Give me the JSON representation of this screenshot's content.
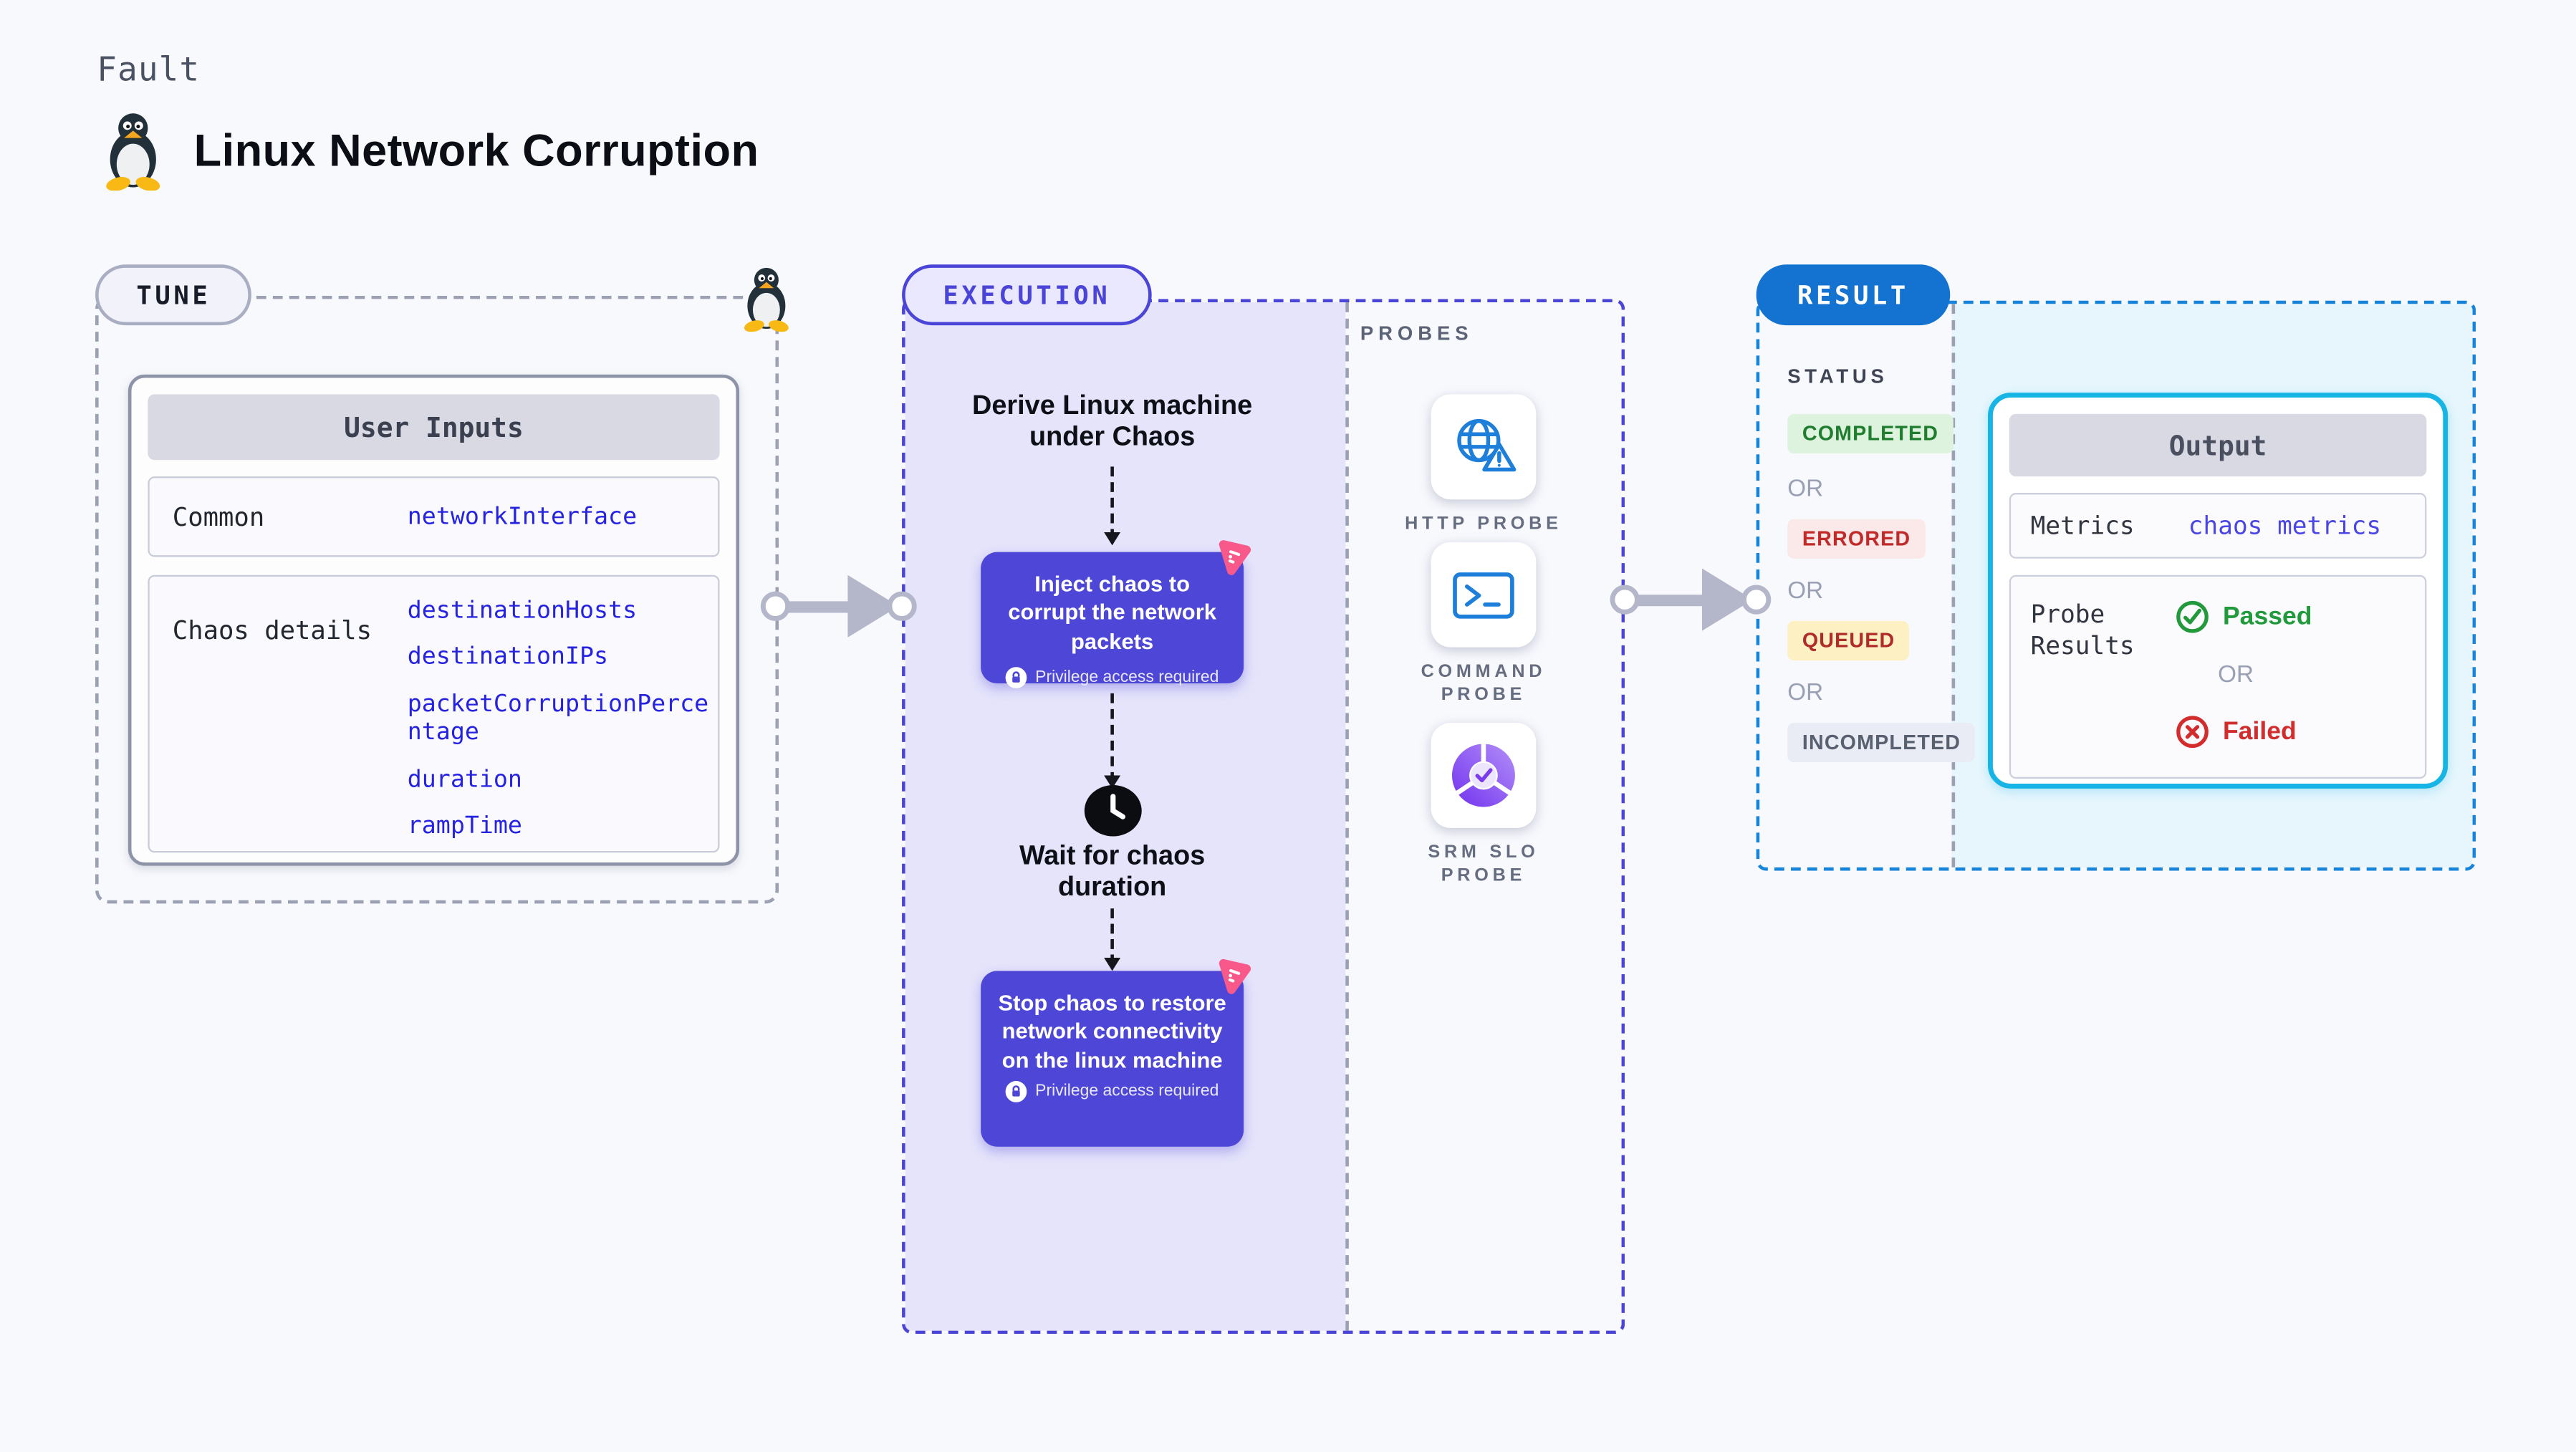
{
  "page": {
    "eyebrow": "Fault",
    "title": "Linux Network Corruption"
  },
  "tune": {
    "badge": "TUNE",
    "card_title": "User Inputs",
    "rows": [
      {
        "label": "Common",
        "values": [
          "networkInterface"
        ]
      },
      {
        "label": "Chaos details",
        "values": [
          "destinationHosts",
          "destinationIPs",
          "packetCorruptionPercentage",
          "duration",
          "rampTime"
        ]
      }
    ]
  },
  "execution": {
    "badge": "EXECUTION",
    "steps": {
      "derive": "Derive Linux machine under Chaos",
      "inject": "Inject chaos to corrupt the network packets",
      "wait": "Wait for chaos duration",
      "stop": "Stop chaos to restore network connectivity on the linux machine",
      "privilege_note": "Privilege access required"
    },
    "probes": {
      "header": "PROBES",
      "items": [
        {
          "label": "HTTP PROBE",
          "icon": "globe-warning-icon"
        },
        {
          "label": "COMMAND PROBE",
          "icon": "terminal-icon"
        },
        {
          "label": "SRM SLO PROBE",
          "icon": "slo-donut-icon"
        }
      ]
    }
  },
  "result": {
    "badge": "RESULT",
    "status": {
      "header": "STATUS",
      "or": "OR",
      "items": [
        {
          "label": "COMPLETED",
          "type": "completed"
        },
        {
          "label": "ERRORED",
          "type": "errored"
        },
        {
          "label": "QUEUED",
          "type": "queued"
        },
        {
          "label": "INCOMPLETED",
          "type": "incompleted"
        }
      ]
    },
    "output": {
      "title": "Output",
      "metrics_label": "Metrics",
      "metrics_value": "chaos metrics",
      "probe_label": "Probe Results",
      "passed": "Passed",
      "or": "OR",
      "failed": "Failed"
    }
  },
  "colors": {
    "background": "#f8f9fd",
    "indigo_accent": "#4b44d8",
    "purple_node": "#4d46d6",
    "lavender_fill": "#e5e4fb",
    "result_blue": "#1472d0",
    "result_dash": "#1584da",
    "cyan_border": "#16b5e6",
    "cyan_fill": "#e7f6fd",
    "pink_icon": "#f9598a",
    "link_blue": "#2522e2",
    "arrow_gray": "#b4b6ca",
    "completed_green": "#1f7d2f",
    "errored_red": "#c22a2a",
    "queued_amber_bg": "#fdf0c2",
    "passed_green": "#219a3c",
    "failed_red": "#d32c2c"
  }
}
